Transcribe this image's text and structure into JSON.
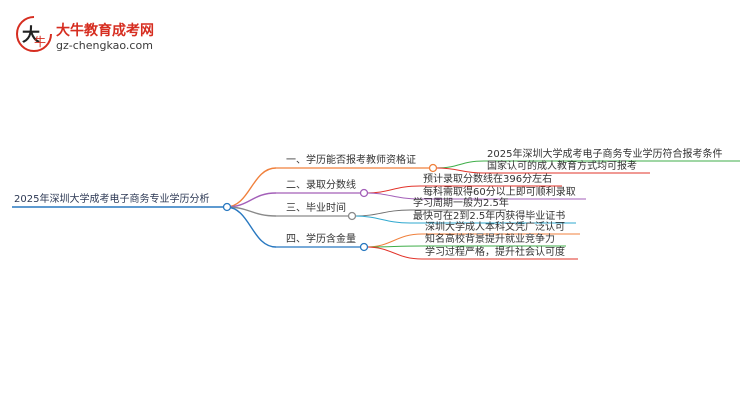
{
  "logo": {
    "title": "大牛教育成考网",
    "url": "gz-chengkao.com"
  },
  "mindmap": {
    "root": "2025年深圳大学成考电子商务专业学历分析",
    "branches": [
      {
        "label": "一、学历能否报考教师资格证",
        "color": "#f0803c",
        "leaves": [
          {
            "label": "2025年深圳大学成考电子商务专业学历符合报考条件",
            "color": "#3fae49"
          },
          {
            "label": "国家认可的成人教育方式均可报考",
            "color": "#e2332a"
          }
        ]
      },
      {
        "label": "二、录取分数线",
        "color": "#a35fb8",
        "leaves": [
          {
            "label": "预计录取分数线在396分左右",
            "color": "#e2332a"
          },
          {
            "label": "每科需取得60分以上即可顺利录取",
            "color": "#a35fb8"
          }
        ]
      },
      {
        "label": "三、毕业时间",
        "color": "#8a8a8a",
        "leaves": [
          {
            "label": "学习周期一般为2.5年",
            "color": "#6f6f6f"
          },
          {
            "label": "最快可在2到2.5年内获得毕业证书",
            "color": "#2fa8cf"
          }
        ]
      },
      {
        "label": "四、学历含金量",
        "color": "#2878c0",
        "leaves": [
          {
            "label": "深圳大学成人本科文凭广泛认可",
            "color": "#f0803c"
          },
          {
            "label": "知名高校背景提升就业竞争力",
            "color": "#3fae49"
          },
          {
            "label": "学习过程严格，提升社会认可度",
            "color": "#e2332a"
          }
        ]
      }
    ]
  }
}
